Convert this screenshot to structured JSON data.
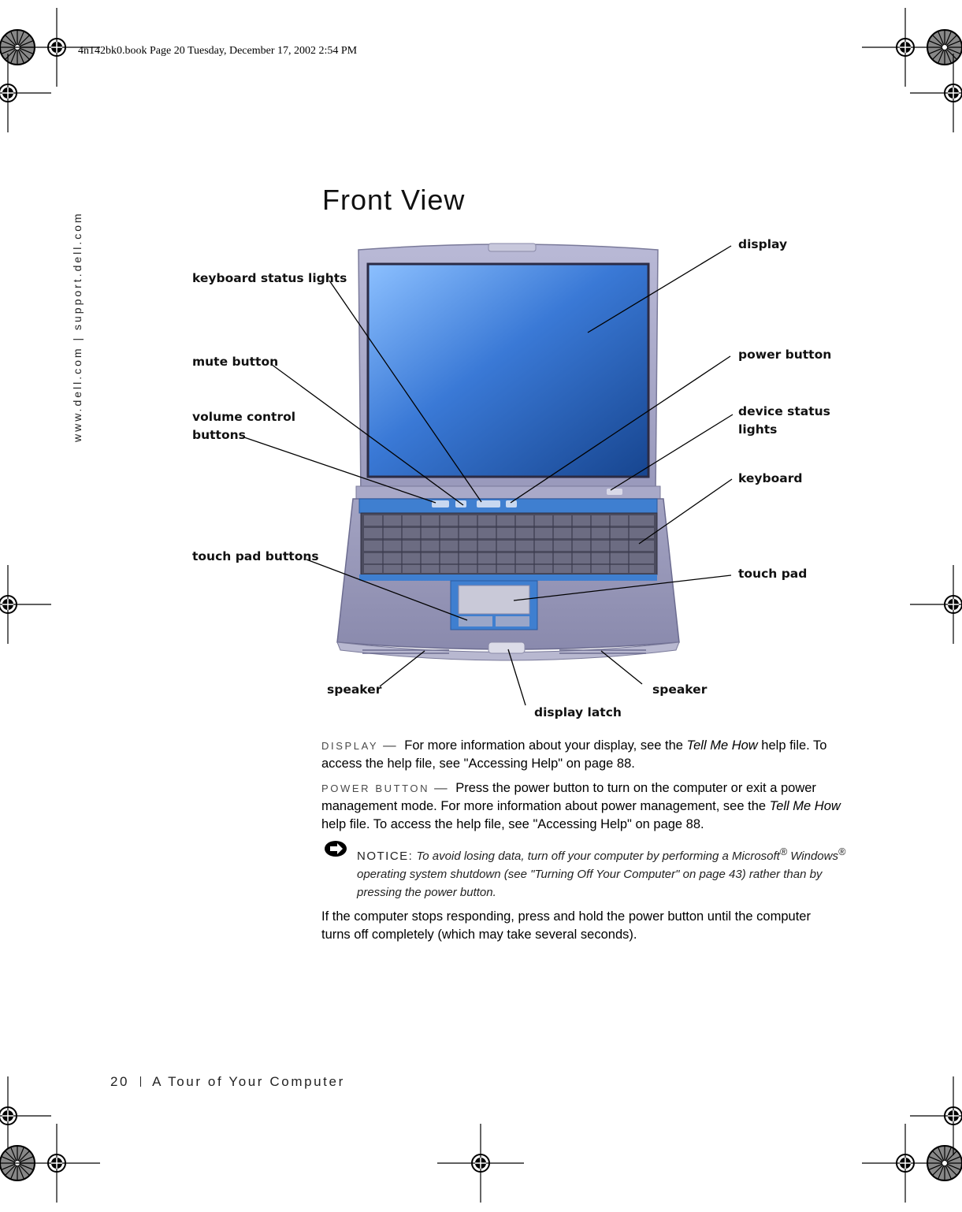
{
  "header": {
    "stamp": "4n142bk0.book  Page 20  Tuesday, December 17, 2002  2:54 PM"
  },
  "side": {
    "url": "www.dell.com | support.dell.com"
  },
  "page": {
    "title": "Front View"
  },
  "callouts": {
    "display": "display",
    "keyboard_status_lights": "keyboard status lights",
    "power_button": "power button",
    "mute_button": "mute button",
    "device_status_lights_1": "device status",
    "device_status_lights_2": "lights",
    "volume_control_buttons_1": "volume control",
    "volume_control_buttons_2": "buttons",
    "keyboard": "keyboard",
    "touch_pad_buttons": "touch pad buttons",
    "touch_pad": "touch pad",
    "speaker_left": "speaker",
    "speaker_right": "speaker",
    "display_latch": "display latch"
  },
  "sections": {
    "display": {
      "leadin": "DISPLAY",
      "dash": "—",
      "text1": "For more information about your display, see the ",
      "em": "Tell Me How",
      "text2": " help file. To access the help file, see \"Accessing Help\" on page 88."
    },
    "power": {
      "leadin": "POWER BUTTON",
      "dash": "—",
      "text1": "Press the power button to turn on the computer or exit a power management mode. For more information about power management, see the ",
      "em": "Tell Me How",
      "text2": " help file. To access the help file, see \"Accessing Help\" on page 88."
    },
    "notice": {
      "label": "NOTICE:",
      "text1": " To avoid losing data, turn off your computer by performing a Microsoft",
      "reg1": "®",
      "text2": " Windows",
      "reg2": "®",
      "text3": " operating system shutdown (see \"Turning Off Your Computer\" on page 43) rather than by pressing the power button."
    },
    "final": "If the computer stops responding, press and hold the power button until the computer turns off completely (which may take several seconds)."
  },
  "footer": {
    "page_number": "20",
    "chapter": "A Tour of Your Computer"
  },
  "colors": {
    "screen": "#1f5fb0",
    "chassis": "#a8a8c4",
    "accent_blue": "#3f7fd0"
  }
}
